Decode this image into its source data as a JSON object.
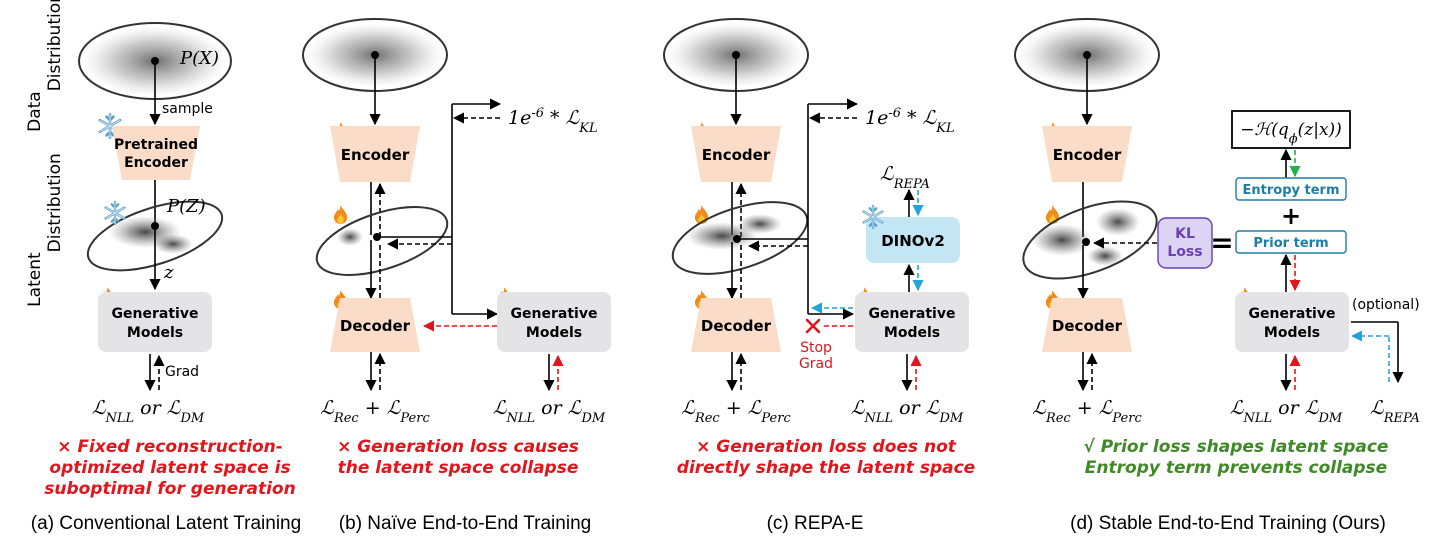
{
  "side_labels": {
    "data_distribution": "Data\nDistribution",
    "latent_distribution": "Latent\nDistribution"
  },
  "panel_a": {
    "px": "P(X)",
    "sample": "sample",
    "encoder": "Pretrained\nEncoder",
    "pz": "P(Z)",
    "z": "z",
    "gen": "Generative\nModels",
    "grad": "Grad",
    "loss": "ℒ_NLL or ℒ_DM",
    "caption": "× Fixed reconstruction-\noptimized latent space is\nsuboptimal for generation",
    "subtitle": "(a) Conventional Latent Training"
  },
  "panel_b": {
    "encoder": "Encoder",
    "decoder": "Decoder",
    "gen": "Generative\nModels",
    "kl": "1e^-6 * ℒ_KL",
    "loss_rec": "ℒ_Rec + ℒ_Perc",
    "loss_gen": "ℒ_NLL or ℒ_DM",
    "caption": "× Generation loss causes\nthe latent space collapse",
    "subtitle": "(b) Naïve End-to-End Training"
  },
  "panel_c": {
    "encoder": "Encoder",
    "decoder": "Decoder",
    "gen": "Generative\nModels",
    "dino": "DINOv2",
    "repa": "ℒ_REPA",
    "kl": "1e^-6 * ℒ_KL",
    "stop_grad": "Stop\nGrad",
    "loss_rec": "ℒ_Rec + ℒ_Perc",
    "loss_gen": "ℒ_NLL or ℒ_DM",
    "caption": "× Generation loss does not\ndirectly shape the latent space",
    "subtitle": "(c) REPA-E"
  },
  "panel_d": {
    "encoder": "Encoder",
    "decoder": "Decoder",
    "gen": "Generative\nModels",
    "kl_loss": "KL\nLoss",
    "equals": "=",
    "entropy_expr": "−ℋ(q_ϕ(z|x))",
    "entropy_term": "Entropy term",
    "plus": "+",
    "prior_term": "Prior term",
    "optional": "(optional)",
    "loss_rec": "ℒ_Rec + ℒ_Perc",
    "loss_gen": "ℒ_NLL or ℒ_DM",
    "repa": "ℒ_REPA",
    "caption": "√ Prior loss shapes latent space\nEntropy term prevents collapse",
    "subtitle": "(d) Stable End-to-End Training (Ours)"
  },
  "colors": {
    "trapezoid": "#fbdcc9",
    "gen_box": "#e4e4e6",
    "dino_box": "#c2e6f4",
    "kl_box": "#ddd3f3",
    "kl_text": "#6b3fb5",
    "term_text": "#1e7ca6",
    "blue_dash": "#22a3dc",
    "red_dash": "#e0161c",
    "green_dash": "#22b14c",
    "caption_red": "#e0161c",
    "caption_green": "#3f8a26"
  },
  "icons": [
    "snowflake-icon",
    "fire-icon"
  ]
}
